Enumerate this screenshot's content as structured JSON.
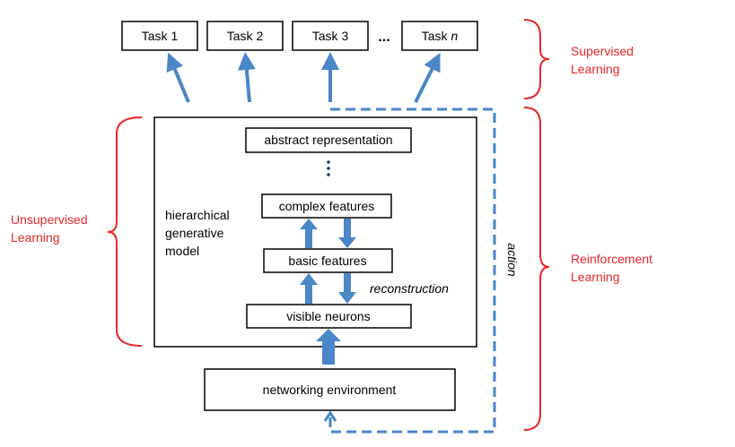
{
  "tasks": {
    "task1": "Task 1",
    "task2": "Task 2",
    "task3": "Task 3",
    "ellipsis": "...",
    "taskn_prefix": "Task",
    "taskn_var": "n"
  },
  "model": {
    "abstract": "abstract representation",
    "vertical_ellipsis": "⋮",
    "complex": "complex features",
    "basic": "basic features",
    "visible": "visible neurons",
    "name_line1": "hierarchical",
    "name_line2": "generative",
    "name_line3": "model",
    "reconstruction": "reconstruction"
  },
  "environment": "networking environment",
  "action": "action",
  "learning": {
    "supervised_line1": "Supervised",
    "supervised_line2": "Learning",
    "unsupervised_line1": "Unsupervised",
    "unsupervised_line2": "Learning",
    "reinforcement_line1": "Reinforcement",
    "reinforcement_line2": "Learning"
  },
  "colors": {
    "arrow_blue": "#4A86C8",
    "dashed_blue": "#4A86C8",
    "label_red": "#E8262A",
    "bracket_red": "#E8262A"
  }
}
